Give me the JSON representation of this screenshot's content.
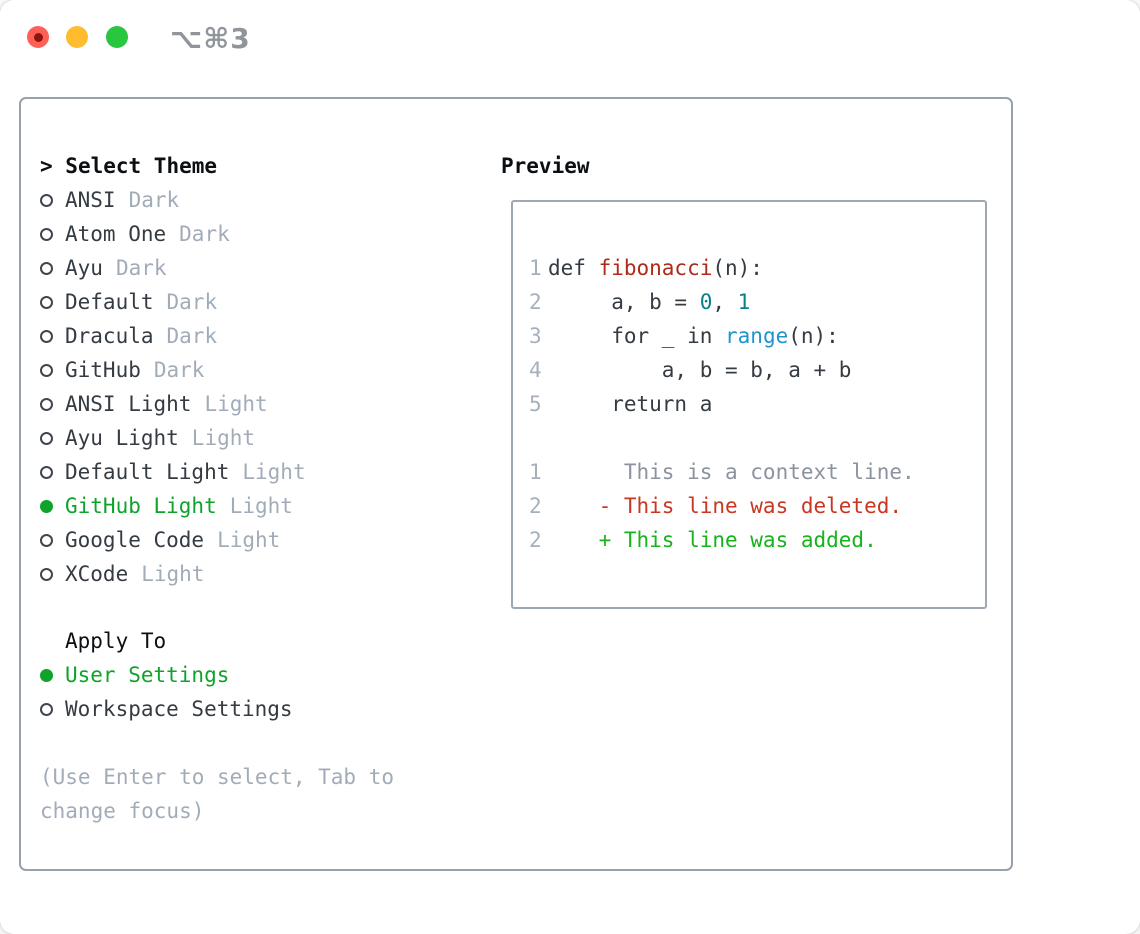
{
  "window": {
    "titlebar_shortcut": "⌥⌘3"
  },
  "colors": {
    "title": "#8f959b",
    "panel_border": "#98a1ac",
    "preview_border": "#9fa8b2",
    "header": "#0c0f12",
    "fg": "#353b42",
    "muted": "#a2acb9",
    "accent_green": "#0fa32a",
    "line_number": "#a6b0bd",
    "func": "#ae2a1a",
    "number": "#0b7f88",
    "call": "#1d95cc",
    "context": "#8a939e",
    "deleted": "#c93621",
    "added": "#17b31b",
    "traffic_red": "#fe5f57",
    "traffic_yellow": "#febc2e",
    "traffic_green": "#28c73f"
  },
  "left": {
    "header_prefix": "> ",
    "header": "Select Theme",
    "themes": [
      {
        "name": "ANSI",
        "variant": "Dark",
        "selected": false
      },
      {
        "name": "Atom One",
        "variant": "Dark",
        "selected": false
      },
      {
        "name": "Ayu",
        "variant": "Dark",
        "selected": false
      },
      {
        "name": "Default",
        "variant": "Dark",
        "selected": false
      },
      {
        "name": "Dracula",
        "variant": "Dark",
        "selected": false
      },
      {
        "name": "GitHub",
        "variant": "Dark",
        "selected": false
      },
      {
        "name": "ANSI Light",
        "variant": "Light",
        "selected": false
      },
      {
        "name": "Ayu Light",
        "variant": "Light",
        "selected": false
      },
      {
        "name": "Default Light",
        "variant": "Light",
        "selected": false
      },
      {
        "name": "GitHub Light",
        "variant": "Light",
        "selected": true
      },
      {
        "name": "Google Code",
        "variant": "Light",
        "selected": false
      },
      {
        "name": "XCode",
        "variant": "Light",
        "selected": false
      }
    ],
    "apply_header": "Apply To",
    "apply_options": [
      {
        "label": "User Settings",
        "selected": true
      },
      {
        "label": "Workspace Settings",
        "selected": false
      }
    ],
    "hint": "(Use Enter to select, Tab to change focus)"
  },
  "preview": {
    "header": "Preview",
    "lines": [
      {
        "num": "1",
        "segments": [
          {
            "text": "def ",
            "color": "fg"
          },
          {
            "text": "fibonacci",
            "color": "func"
          },
          {
            "text": "(n):",
            "color": "fg"
          }
        ]
      },
      {
        "num": "2",
        "segments": [
          {
            "text": "     a, b = ",
            "color": "fg"
          },
          {
            "text": "0",
            "color": "num"
          },
          {
            "text": ", ",
            "color": "fg"
          },
          {
            "text": "1",
            "color": "num"
          }
        ]
      },
      {
        "num": "3",
        "segments": [
          {
            "text": "     for _ in ",
            "color": "fg"
          },
          {
            "text": "range",
            "color": "call"
          },
          {
            "text": "(n):",
            "color": "fg"
          }
        ]
      },
      {
        "num": "4",
        "segments": [
          {
            "text": "         a, b = b, a + b",
            "color": "fg"
          }
        ]
      },
      {
        "num": "5",
        "segments": [
          {
            "text": "     return a",
            "color": "fg"
          }
        ]
      },
      {
        "num": "",
        "segments": []
      },
      {
        "num": "1",
        "segments": [
          {
            "text": "      This is a context line.",
            "color": "context"
          }
        ]
      },
      {
        "num": "2",
        "segments": [
          {
            "text": "    - This line was deleted.",
            "color": "deleted"
          }
        ]
      },
      {
        "num": "2",
        "segments": [
          {
            "text": "    + This line was added.",
            "color": "added"
          }
        ]
      }
    ]
  }
}
